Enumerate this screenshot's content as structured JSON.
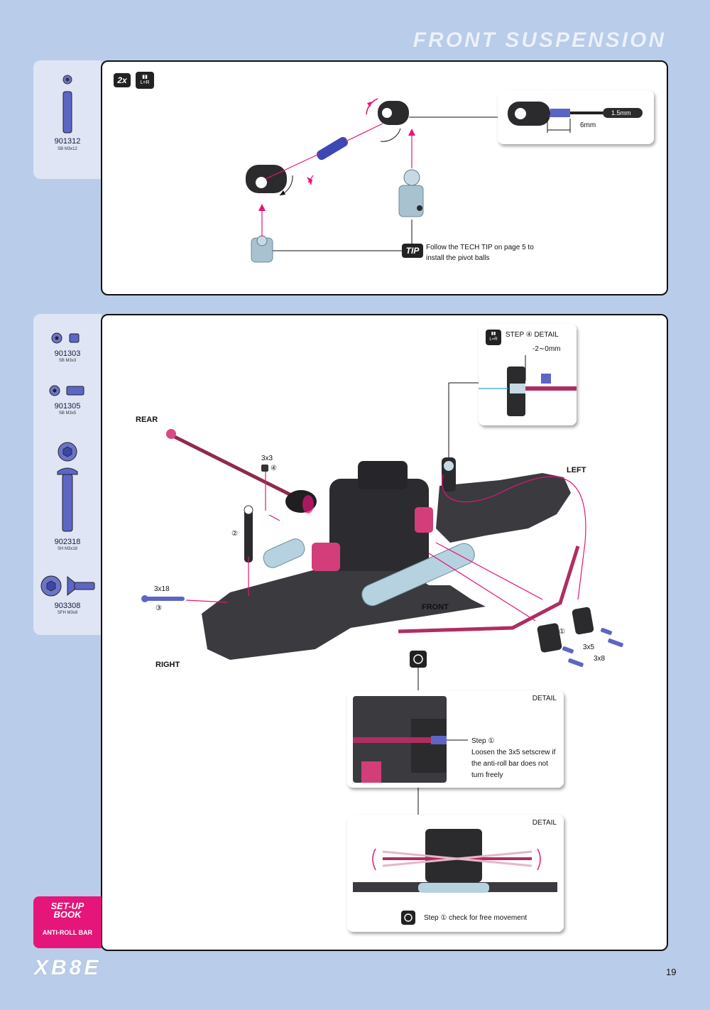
{
  "header": {
    "title": "FRONT SUSPENSION"
  },
  "step1": {
    "parts": [
      {
        "num": "901312",
        "spec": "SB M3x12"
      }
    ],
    "qty": "2x",
    "lr_label": "L=R",
    "dim_tool": "1.5mm",
    "dim_length": "6mm",
    "tip_label": "TIP",
    "tip_text_1": "Follow the TECH TIP on page 5 to",
    "tip_text_2": "install the pivot balls"
  },
  "step2": {
    "parts": [
      {
        "num": "901303",
        "spec": "SB M3x3"
      },
      {
        "num": "901305",
        "spec": "SB M3x5"
      },
      {
        "num": "902318",
        "spec": "SH M3x18"
      },
      {
        "num": "903308",
        "spec": "SFH M3x8"
      }
    ],
    "lr_label": "L=R",
    "step4_detail": "STEP ④ DETAIL",
    "gap_label": "-2∼0mm",
    "labels": {
      "rear": "REAR",
      "left": "LEFT",
      "front": "FRONT",
      "right": "RIGHT",
      "screw_3x3": "3x3",
      "num_4": "④",
      "num_2": "②",
      "screw_3x18": "3x18",
      "num_3": "③",
      "num_1": "①",
      "screw_3x5": "3x5",
      "screw_3x8": "3x8"
    },
    "detail1": {
      "title": "DETAIL",
      "step": "Step ①",
      "lines": [
        "Loosen the 3x5 setscrew if",
        "the anti-roll bar does not",
        "turn freely"
      ]
    },
    "detail2": {
      "title": "DETAIL",
      "caption": "Step ① check for free movement"
    }
  },
  "badge": {
    "title_1": "SET-UP",
    "title_2": "BOOK",
    "subtitle": "ANTI-ROLL BAR"
  },
  "footer": {
    "logo": "XB8E",
    "page": "19"
  },
  "colors": {
    "accent": "#e6157a",
    "background": "#b9cdea",
    "part_blue": "#5a5fd6",
    "part_dark": "#2b2b2e"
  }
}
